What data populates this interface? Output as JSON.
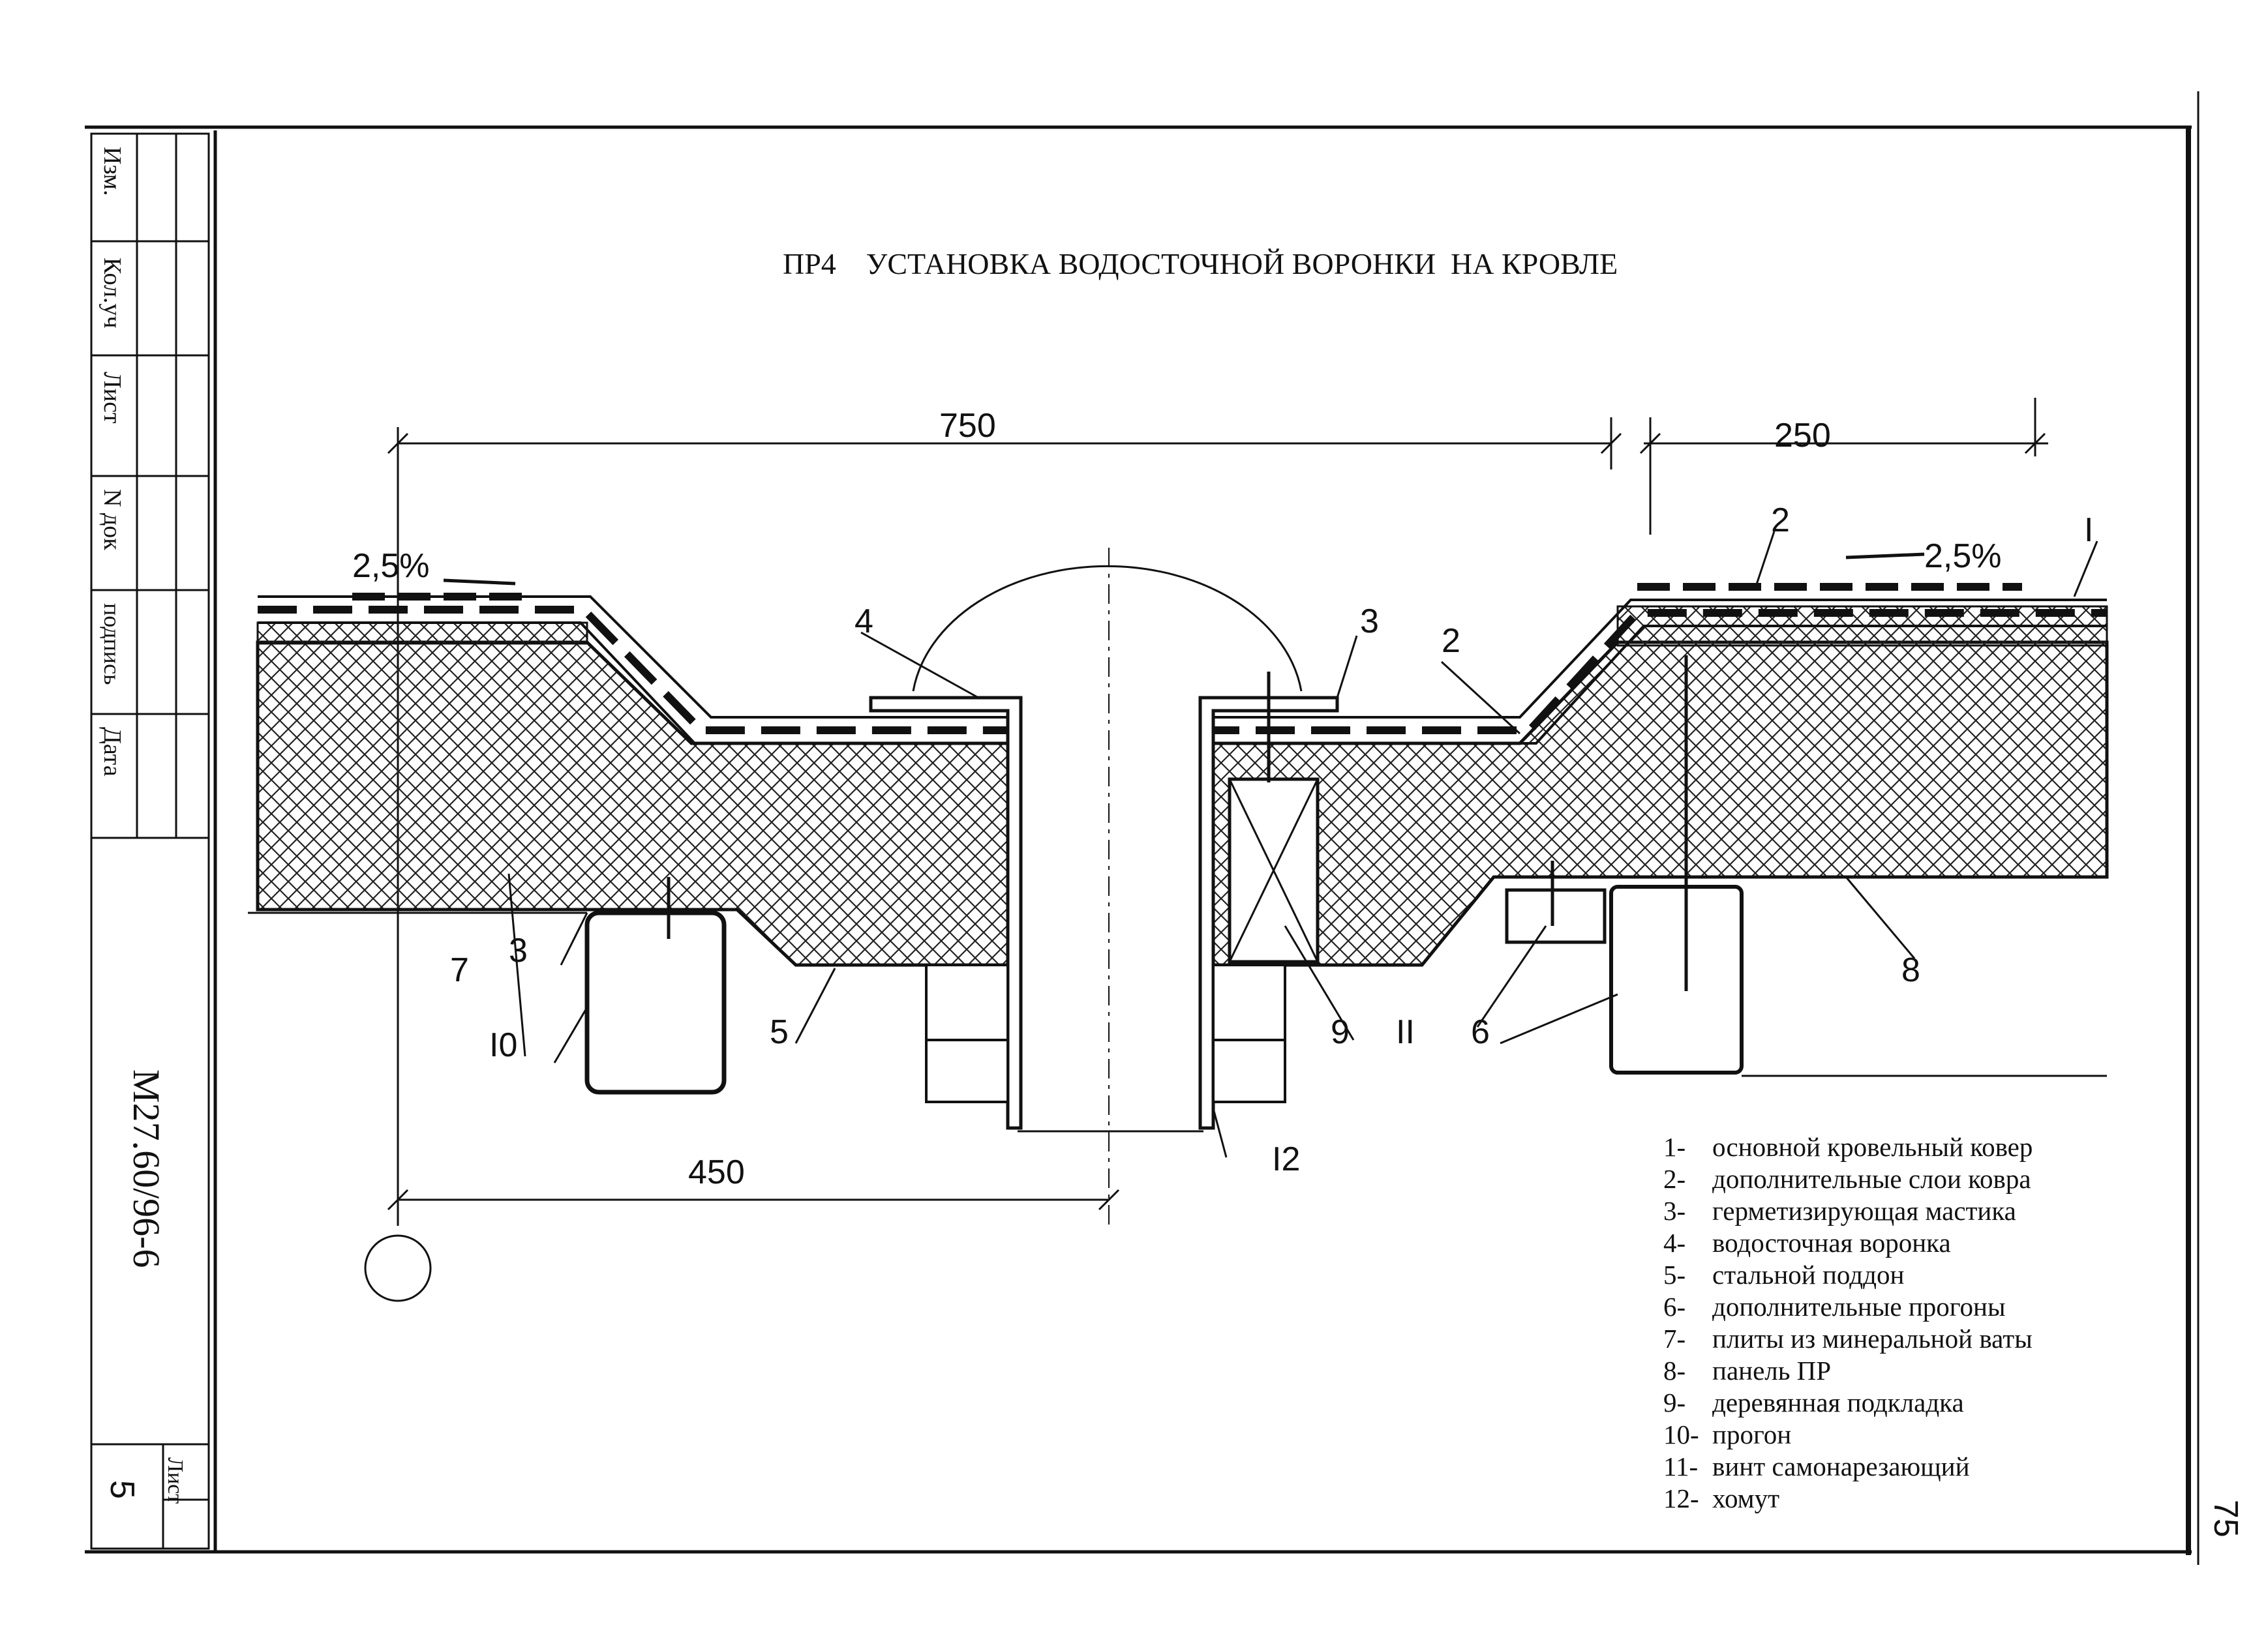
{
  "title": "ПР4    УСТАНОВКА ВОДОСТОЧНОЙ ВОРОНКИ  НА КРОВЛЕ",
  "side_stamp": {
    "cells": [
      "Изм.",
      "Кол.уч",
      "Лист",
      "N док",
      "подпись",
      "Дата"
    ],
    "doc_code": "М27.60/96-6",
    "sheet_label": "Лист",
    "sheet_number": "5"
  },
  "page_number": "75",
  "dimensions": {
    "d750": "750",
    "d250": "250",
    "d450": "450"
  },
  "slopes": {
    "left": "2,5%",
    "right": "2,5%"
  },
  "callouts": {
    "c1": "I",
    "c2a": "2",
    "c2b": "2",
    "c3a": "3",
    "c3b": "3",
    "c4": "4",
    "c5": "5",
    "c6": "6",
    "c7": "7",
    "c8": "8",
    "c9": "9",
    "c10": "I0",
    "c11": "II",
    "c12": "I2"
  },
  "legend": [
    {
      "num": "1-",
      "text": "основной кровельный ковер"
    },
    {
      "num": "2-",
      "text": "дополнительные слои ковра"
    },
    {
      "num": "3-",
      "text": "герметизирующая мастика"
    },
    {
      "num": "4-",
      "text": "водосточная воронка"
    },
    {
      "num": "5-",
      "text": "стальной поддон"
    },
    {
      "num": "6-",
      "text": "дополнительные прогоны"
    },
    {
      "num": "7-",
      "text": "плиты из минеральной ваты"
    },
    {
      "num": "8-",
      "text": "панель ПР"
    },
    {
      "num": "9-",
      "text": "деревянная подкладка"
    },
    {
      "num": "10-",
      "text": "прогон"
    },
    {
      "num": "11-",
      "text": "винт самонарезающий"
    },
    {
      "num": "12-",
      "text": "хомут"
    }
  ]
}
